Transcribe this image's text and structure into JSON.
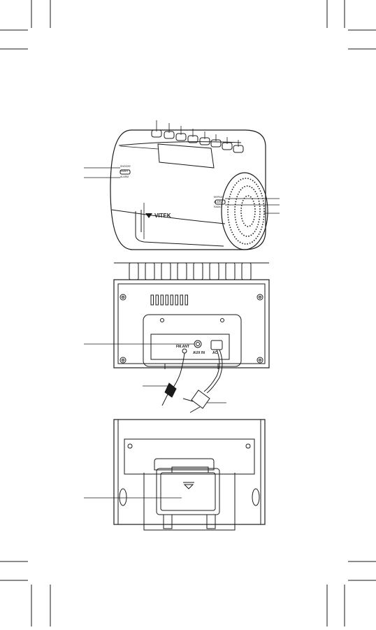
{
  "front_view": {
    "brand": "VITEK",
    "display_panel_text": [
      "SNOOZE",
      "RADIO",
      "ALARM"
    ],
    "side_panel_text": [
      "REPEAT",
      "ALARM",
      "RADIO"
    ]
  },
  "back_view": {
    "jack_label_fm_ant": "FM.ANT",
    "jack_label_aux_in": "AUX IN",
    "jack_label_ac": "AC"
  },
  "colors": {
    "line": "#1a1a1a",
    "background": "#ffffff"
  }
}
